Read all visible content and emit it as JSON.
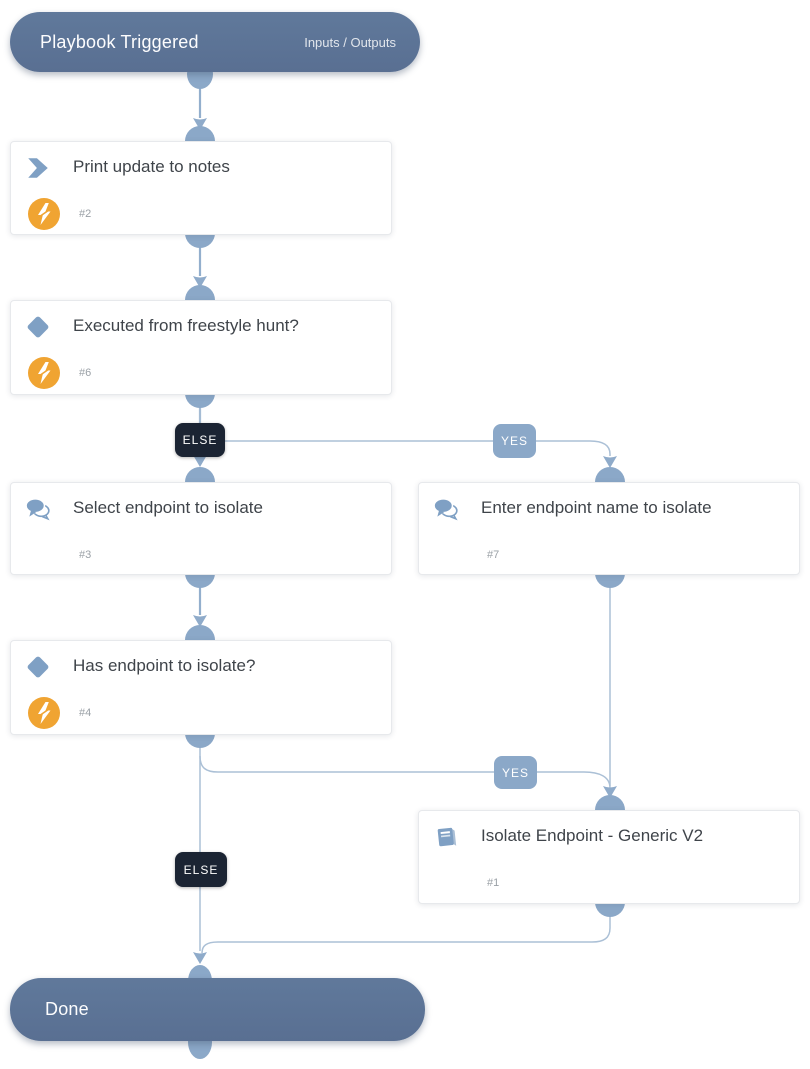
{
  "diagram": {
    "start": {
      "title": "Playbook Triggered",
      "io_link": "Inputs / Outputs"
    },
    "end": {
      "title": "Done"
    },
    "tasks": [
      {
        "title": "Print update to notes",
        "id": "#2",
        "icon": "chevron-automation",
        "automated": true
      },
      {
        "title": "Executed from freestyle hunt?",
        "id": "#6",
        "icon": "condition-diamond",
        "automated": true
      },
      {
        "title": "Select endpoint to isolate",
        "id": "#3",
        "icon": "chat-bubbles",
        "automated": false
      },
      {
        "title": "Enter endpoint name to isolate",
        "id": "#7",
        "icon": "chat-bubbles",
        "automated": false
      },
      {
        "title": "Has endpoint to isolate?",
        "id": "#4",
        "icon": "condition-diamond",
        "automated": true
      },
      {
        "title": "Isolate Endpoint - Generic V2",
        "id": "#1",
        "icon": "playbook-book",
        "automated": false
      }
    ],
    "branch_labels": {
      "else": "ELSE",
      "yes": "YES"
    },
    "icons": {
      "chevron-automation": "thick right chevron",
      "condition-diamond": "rounded diamond",
      "chat-bubbles": "two speech bubbles",
      "playbook-book": "book",
      "automated-badge": "lightning bolt in orange circle"
    },
    "colors": {
      "terminal_pill": "#5b7495",
      "connector": "#8ba8c8",
      "edge_line": "#abc0d6",
      "badge_orange": "#f0a432",
      "else_label_bg": "#1b2433",
      "yes_label_bg": "#8ba8c8",
      "card_title": "#3f444a",
      "task_id_text": "#9aa0a6"
    }
  }
}
